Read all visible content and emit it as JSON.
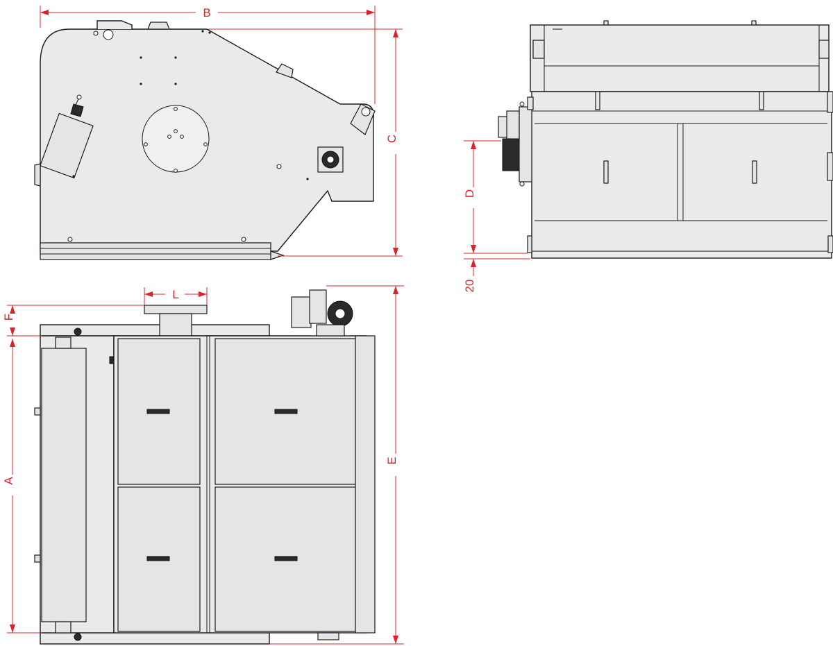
{
  "dimension_labels": {
    "a": "A",
    "b": "B",
    "c": "C",
    "d": "D",
    "e": "E",
    "f": "F",
    "l": "L",
    "clearance": "20"
  },
  "colors": {
    "dimension": "#d8232a",
    "outline": "#1a1a1a",
    "fill": "#e9eaeb"
  }
}
